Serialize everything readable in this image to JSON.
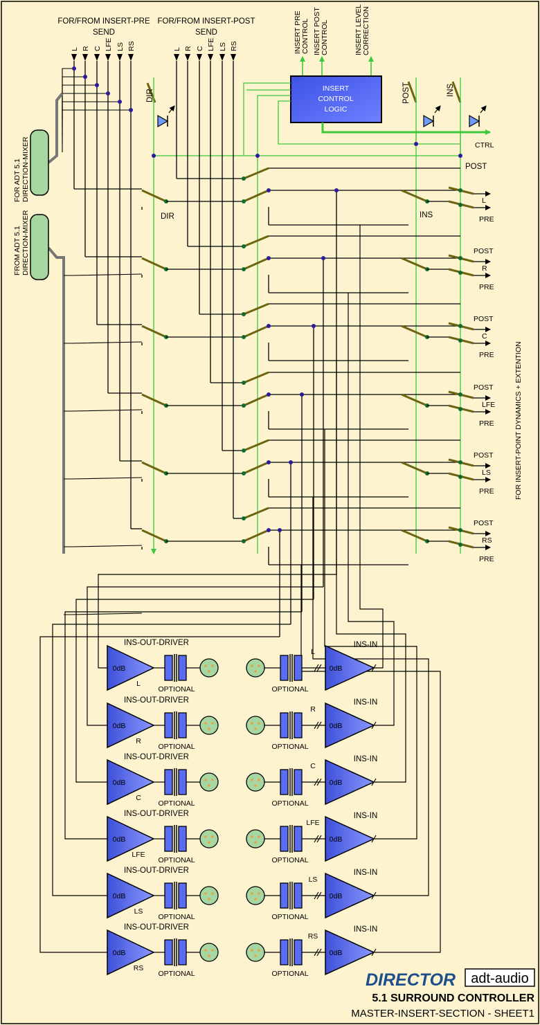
{
  "headings": {
    "pre_send_line1": "FOR/FROM INSERT-PRE",
    "pre_send_line2": "SEND",
    "post_send_line1": "FOR/FROM INSERT-POST",
    "post_send_line2": "SEND",
    "insert_pre_control": [
      "INSERT PRE",
      "CONTROL"
    ],
    "insert_post_control": [
      "INSERT POST",
      "CONTROL"
    ],
    "insert_level_correction": [
      "INSERT LEVEL",
      "CORRECTION"
    ]
  },
  "channels": [
    "L",
    "R",
    "C",
    "LFE",
    "LS",
    "RS"
  ],
  "logic_block": [
    "INSERT",
    "CONTROL",
    "LOGIC"
  ],
  "connectors": {
    "upper": [
      "FOR ADT 5.1",
      "DIRECTION-MIXER"
    ],
    "lower": [
      "FROM ADT 5.1",
      "DIRECTION-MIXER"
    ]
  },
  "switch_labels": {
    "dir": "DIR",
    "post": "POST",
    "ins": "INS",
    "ctrl": "CTRL"
  },
  "outputs": {
    "post": "POST",
    "pre": "PRE"
  },
  "side_note": "FOR INSERT-POINT DYNAMICS + EXTENTION",
  "amps": {
    "out_title": "INS-OUT-DRIVER",
    "in_title": "INS-IN",
    "gain": "0dB",
    "optional": "OPTIONAL"
  },
  "brand": {
    "product": "DIRECTOR",
    "company": "adt-audio",
    "subtitle": "5.1 SURROUND CONTROLLER",
    "sheet": "MASTER-INSERT-SECTION - SHEET1"
  },
  "colors": {
    "background": "#fdf4cf",
    "signal_green": "#3cc83c",
    "switch_olive": "#6e6410",
    "junction_blue": "#2b1a9a",
    "contact_green": "#0f6b2c",
    "logic_blue": "#4a5ff0",
    "amp_blue": "#5a6cf0",
    "connector_green": "#a7d7a0",
    "title_blue": "#1e4f8c"
  }
}
